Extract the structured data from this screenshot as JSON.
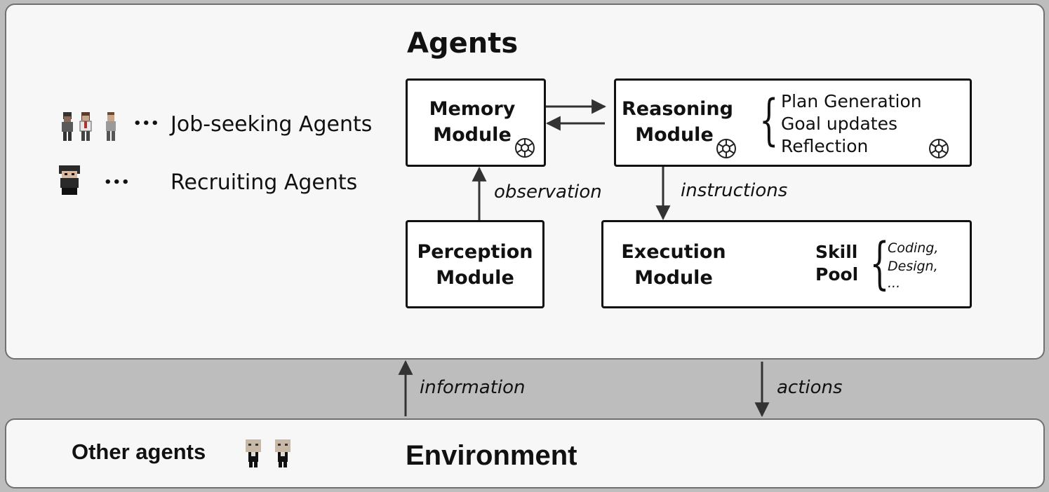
{
  "agents_panel": {
    "title": "Agents",
    "job_seeking": {
      "ellipsis": "•••",
      "label": "Job-seeking Agents"
    },
    "recruiting": {
      "ellipsis": "•••",
      "label": "Recruiting Agents"
    }
  },
  "modules": {
    "memory": {
      "title_line1": "Memory",
      "title_line2": "Module"
    },
    "reasoning": {
      "title_line1": "Reasoning",
      "title_line2": "Module",
      "items": [
        "Plan Generation",
        "Goal updates",
        "Reflection"
      ]
    },
    "perception": {
      "title_line1": "Perception",
      "title_line2": "Module"
    },
    "execution": {
      "title_line1": "Execution",
      "title_line2": "Module",
      "skill_pool_line1": "Skill",
      "skill_pool_line2": "Pool",
      "skills": [
        "Coding,",
        "Design,",
        "..."
      ]
    }
  },
  "edges": {
    "observation": "observation",
    "instructions": "instructions",
    "information": "information",
    "actions": "actions"
  },
  "environment_panel": {
    "title": "Environment",
    "other_agents": "Other agents"
  },
  "icons": {
    "llm": "openai-logo-icon",
    "job_seekers": "pixel-person-icon",
    "recruiter": "pixel-bearded-person-icon",
    "other_agents": "pixel-bald-person-icon"
  }
}
